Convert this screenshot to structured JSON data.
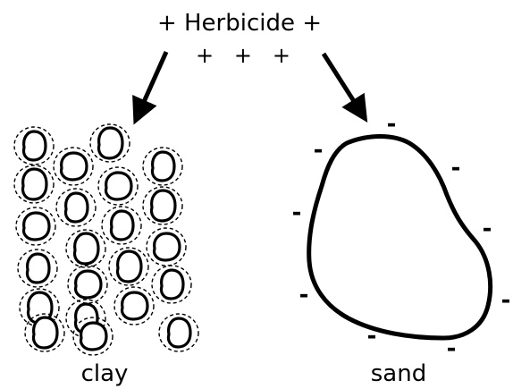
{
  "title": "+ Herbicide +",
  "charges_row": "+   +   +",
  "particle_charge": "-",
  "labels": {
    "clay": "clay",
    "sand": "sand"
  },
  "colors": {
    "ink": "#000000",
    "background": "#ffffff"
  }
}
